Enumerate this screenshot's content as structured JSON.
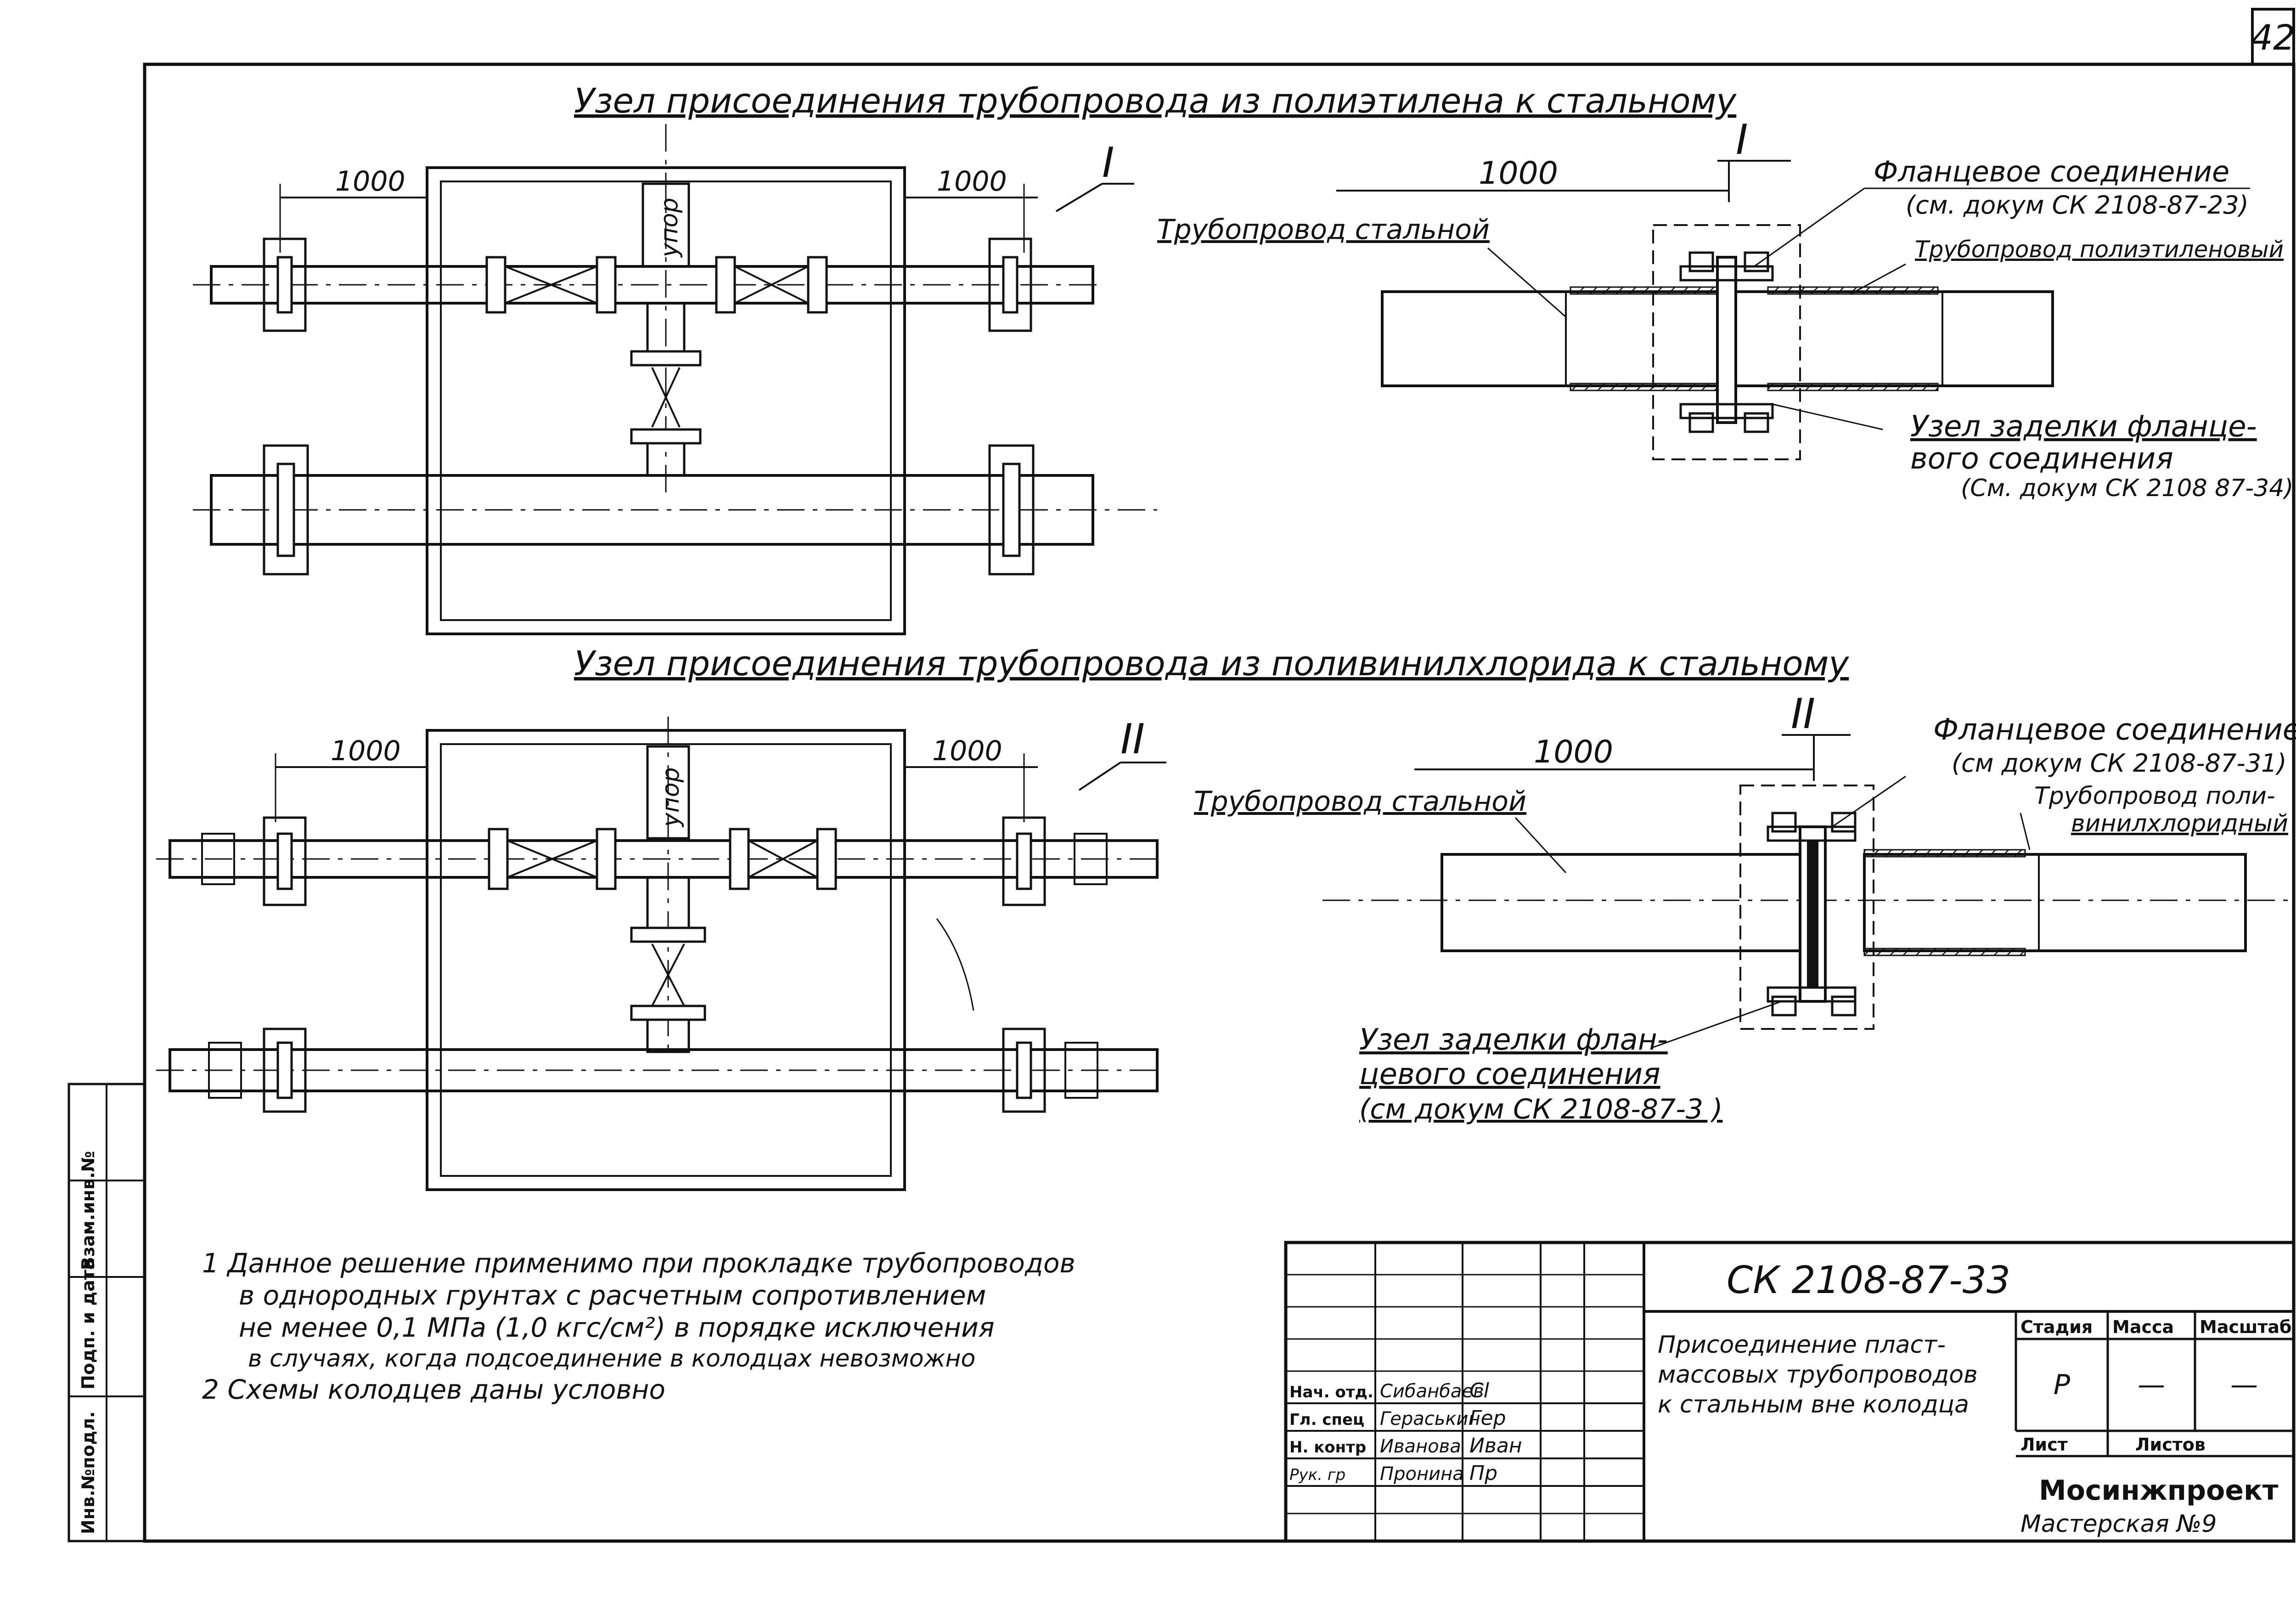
{
  "sheet_number": "42",
  "view1": {
    "title": "Узел присоединения трубопровода из полиэтилена к стальному",
    "dim_left": "1000",
    "dim_right": "1000",
    "stop_label": "упор",
    "callout": "I"
  },
  "detail1": {
    "callout": "I",
    "dim": "1000",
    "steel_pipe": "Трубопровод стальной",
    "flange_line1": "Фланцевое соединение",
    "flange_line2": "(см. докум СК 2108-87-23)",
    "pe_pipe": "Трубопровод полиэтиленовый",
    "seal_line1": "Узел заделки фланце-",
    "seal_line2": "вого соединения",
    "seal_line3": "(См. докум СК 2108 87-34)"
  },
  "view2": {
    "title": "Узел присоединения трубопровода из поливинилхлорида к стальному",
    "dim_left": "1000",
    "dim_right": "1000",
    "stop_label": "упор",
    "callout": "II"
  },
  "detail2": {
    "callout": "II",
    "dim": "1000",
    "steel_pipe": "Трубопровод стальной",
    "flange_line1": "Фланцевое соединение",
    "flange_line2": "(см докум СК 2108-87-31)",
    "pvc_line1": "Трубопровод поли-",
    "pvc_line2": "винилхлоридный",
    "seal_line1": "Узел заделки флан-",
    "seal_line2": "цевого соединения",
    "seal_line3": "(см докум СК 2108-87-3 )"
  },
  "notes": [
    "1 Данное решение применимо при прокладке трубопроводов",
    "в однородных грунтах с расчетным сопротивлением",
    "не менее 0,1 МПа (1,0 кгс/см²) в порядке исключения",
    "в случаях, когда подсоединение в колодцах невозможно",
    "2 Схемы колодцев даны условно"
  ],
  "side_stamp": [
    "Инв.№подл.",
    "Подп. и дата",
    "Взам.инв.№"
  ],
  "title_block": {
    "doc_code": "СК 2108-87-33",
    "title_line1": "Присоединение пласт-",
    "title_line2": "массовых трубопроводов",
    "title_line3": "к стальным вне колодца",
    "stage_header": "Стадия",
    "mass_header": "Масса",
    "scale_header": "Масштаб",
    "stage_value": "Р",
    "mass_value": "—",
    "scale_value": "—",
    "sheet_label": "Лист",
    "sheets_label": "Листов",
    "org_line1": "Мосинжпроект",
    "org_line2": "Мастерская №9",
    "roles": [
      {
        "role": "Нач. отд.",
        "name": "Сибанбаев",
        "sign": "Cl"
      },
      {
        "role": "Гл. спец",
        "name": "Гераськин",
        "sign": "Гер"
      },
      {
        "role": "Н. контр",
        "name": "Иванова",
        "sign": "Иван"
      },
      {
        "role": "Рук. гр",
        "name": "Пронина",
        "sign": "Пр"
      }
    ]
  }
}
